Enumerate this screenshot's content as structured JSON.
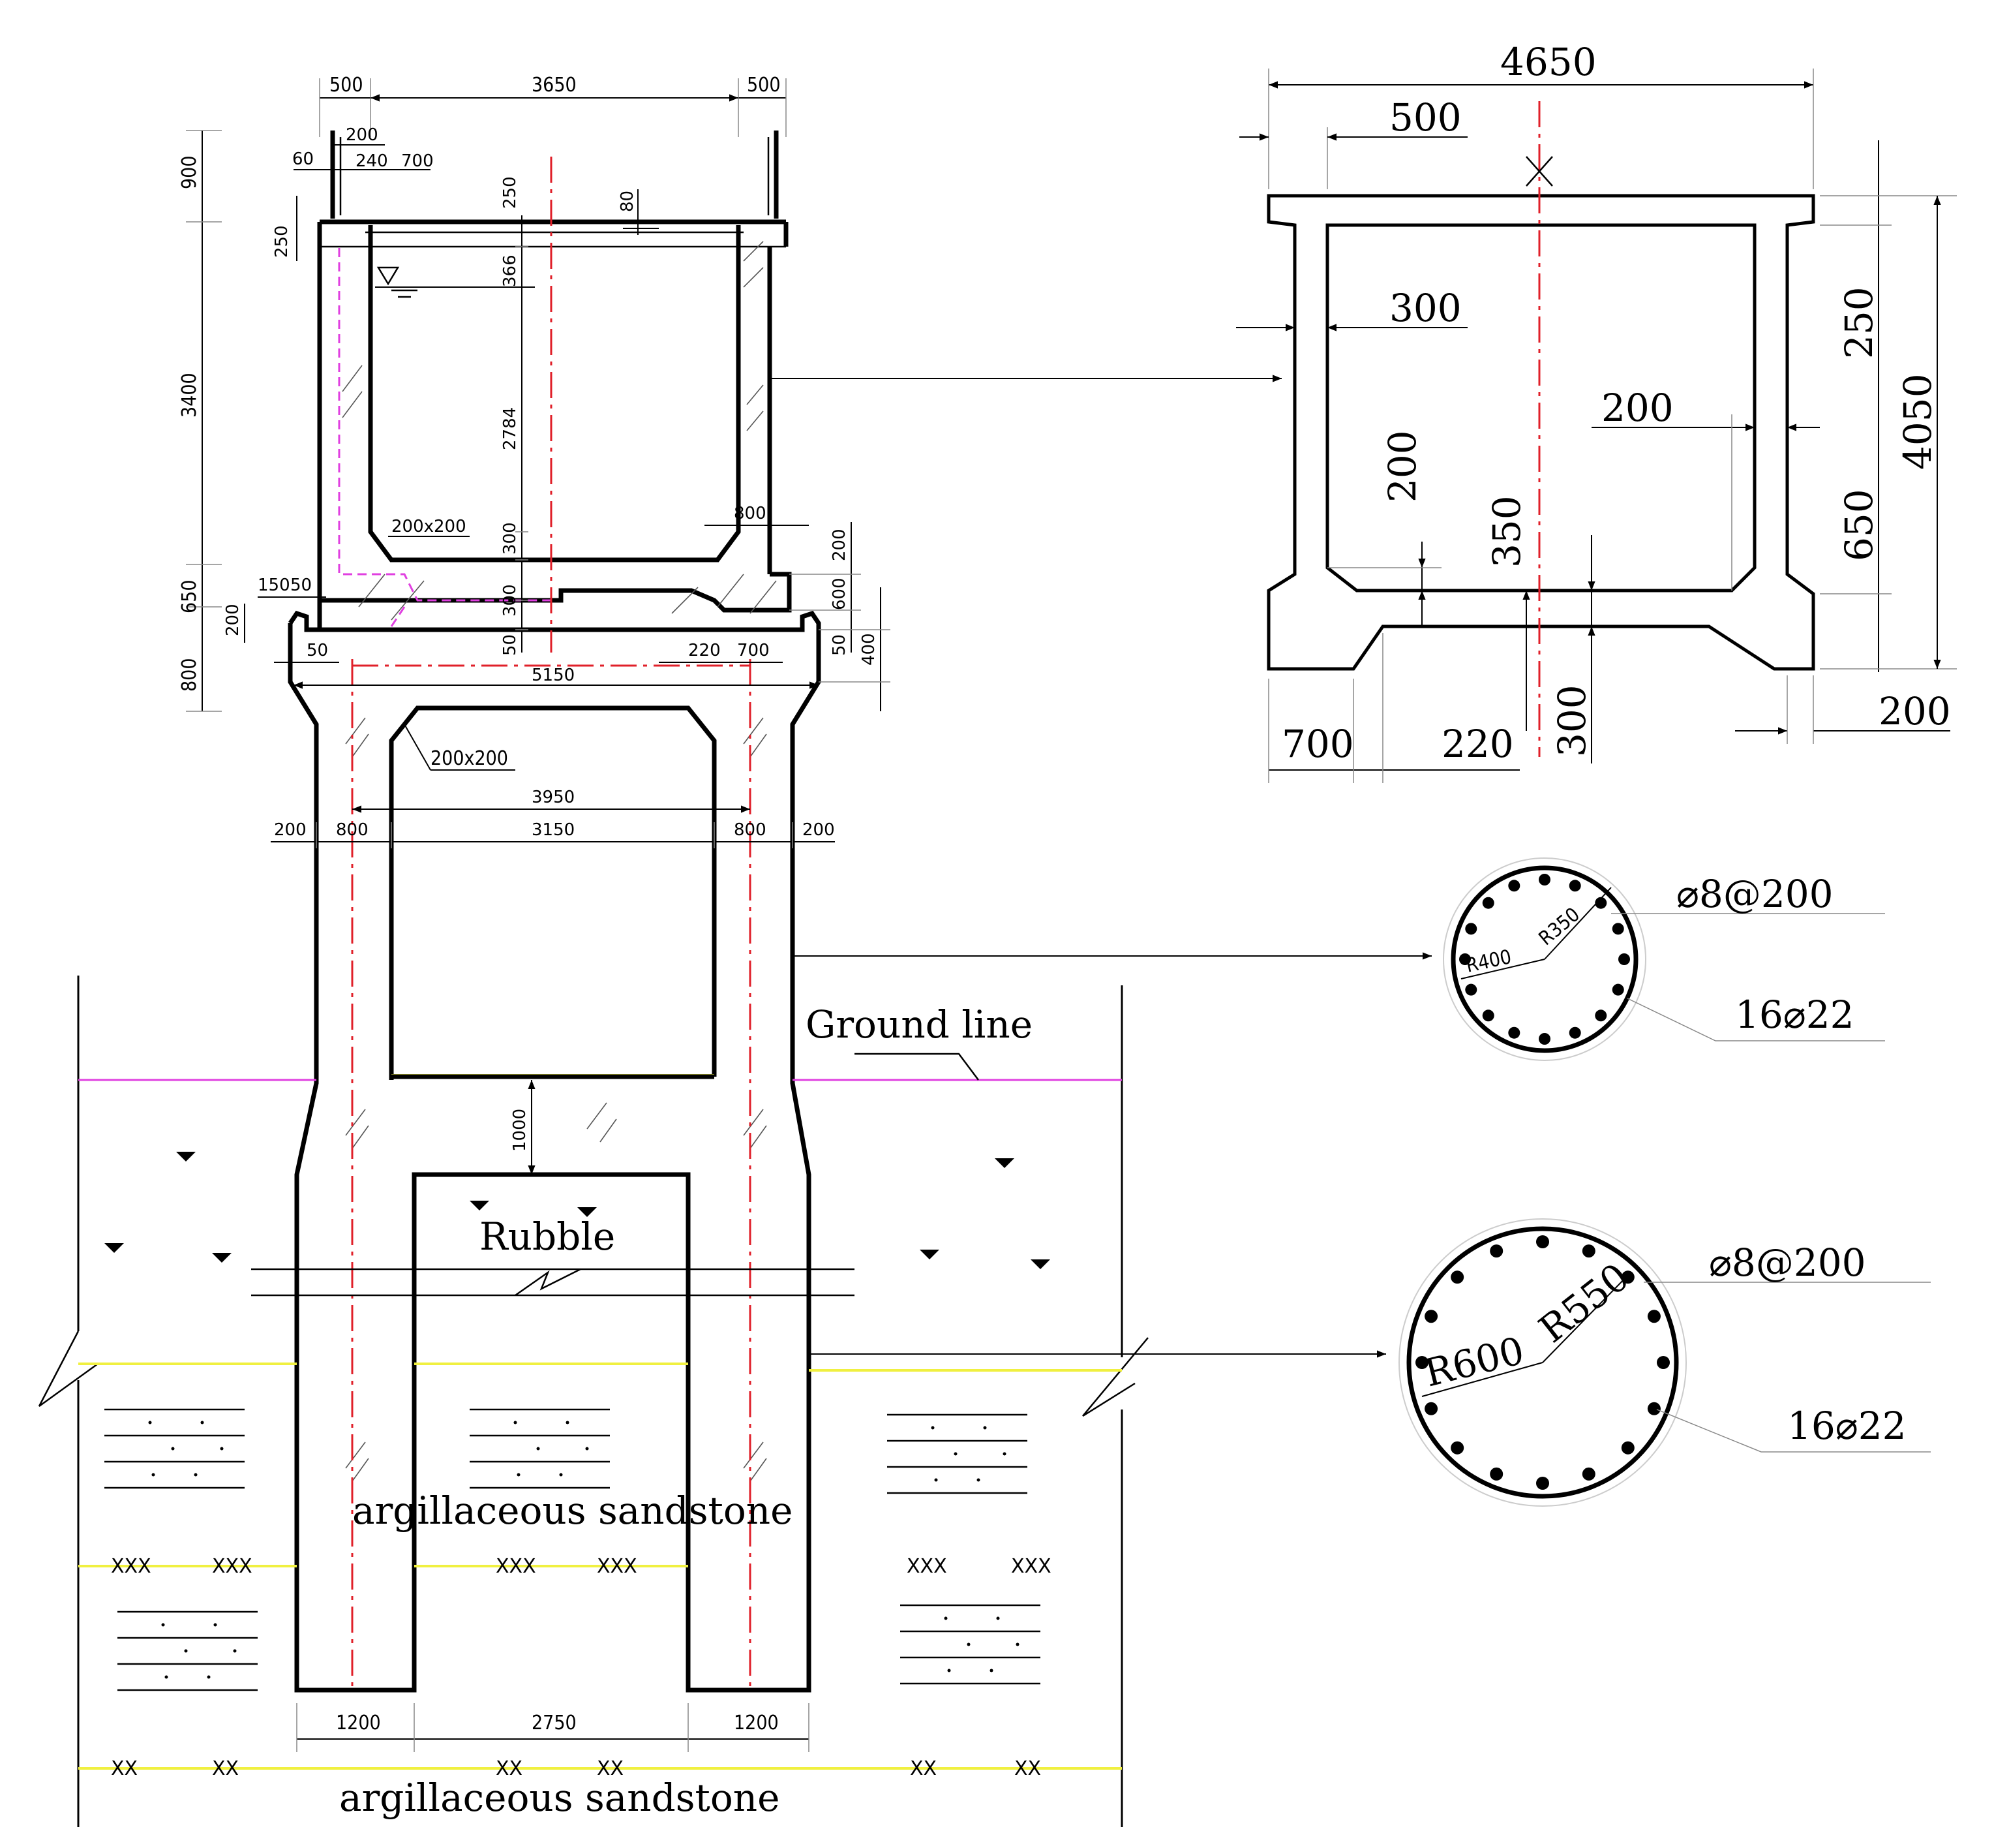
{
  "main_section": {
    "dims_top": [
      "500",
      "3650",
      "500"
    ],
    "dims_upper_left": [
      "200",
      "60",
      "240",
      "700"
    ],
    "dims_vertical_left": [
      "900",
      "3400",
      "650",
      "800"
    ],
    "dims_small_left": [
      "250",
      "150",
      "50",
      "200"
    ],
    "dims_internal": [
      "250",
      "80",
      "366",
      "2784",
      "300",
      "300",
      "50"
    ],
    "label_chamfer": "200x200",
    "dim_800_right": "800",
    "dims_right": [
      "200",
      "600",
      "50",
      "400"
    ],
    "dims_base": [
      "50",
      "5150",
      "220",
      "700"
    ],
    "dims_pier_width": [
      "3950",
      "3150"
    ],
    "dims_pier_row": [
      "200",
      "800",
      "800",
      "200"
    ],
    "dim_gap": "1000",
    "dims_pile_bottom": [
      "1200",
      "2750",
      "1200"
    ]
  },
  "labels": {
    "ground_line": "Ground line",
    "rubble": "Rubble",
    "rock_upper": "argillaceous sandstone",
    "rock_lower": "argillaceous sandstone",
    "xxx": "XXX",
    "xx": "XX"
  },
  "detail_channel": {
    "dims": [
      "4650",
      "500",
      "300",
      "200",
      "200",
      "350",
      "250",
      "4050",
      "650",
      "700",
      "220",
      "300",
      "200"
    ]
  },
  "detail_pier_circle": {
    "r_outer": "R400",
    "r_inner": "R350",
    "stirrup": "⌀8@200",
    "main_bars": "16⌀22"
  },
  "detail_pile_circle": {
    "r_outer": "R600",
    "r_inner": "R550",
    "stirrup": "⌀8@200",
    "main_bars": "16⌀22"
  },
  "colors": {
    "centerline": "#e0202a",
    "ground": "#e040e0",
    "strata": "#f0f040"
  }
}
